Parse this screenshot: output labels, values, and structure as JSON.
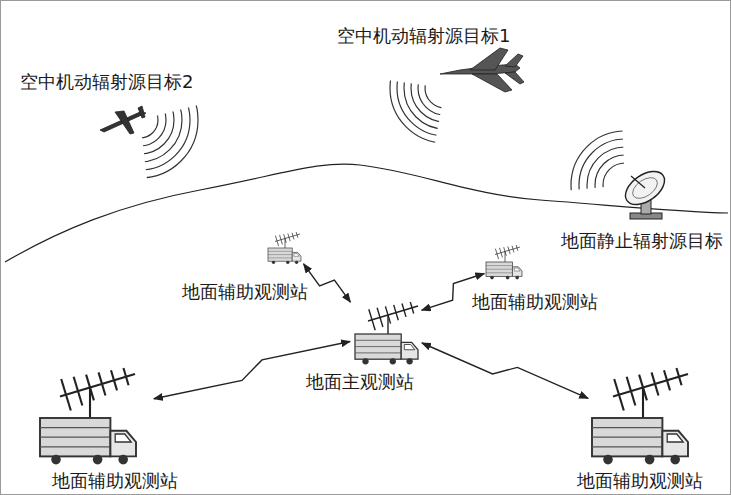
{
  "diagram": {
    "nodes": [
      {
        "text": [
          "地面辅助观测站"
        ]
      },
      {
        "text": [
          "地面辅助观测站"
        ]
      },
      {
        "text": [
          "地面主观测站"
        ]
      },
      {
        "text": [
          "地面辅助观测站"
        ]
      },
      {
        "text": [
          "地面辅助观测站"
        ]
      }
    ],
    "edges": [
      {
        "from": 2,
        "to": 0,
        "arrow": "both"
      },
      {
        "from": 2,
        "to": 1,
        "arrow": "both"
      },
      {
        "from": 2,
        "to": 3,
        "arrow": "both"
      },
      {
        "from": 2,
        "to": 4,
        "arrow": "both"
      }
    ],
    "labels": [
      "空中机动辐射源目标1",
      "空中机动辐射源目标2",
      "地面静止辐射源目标"
    ]
  }
}
